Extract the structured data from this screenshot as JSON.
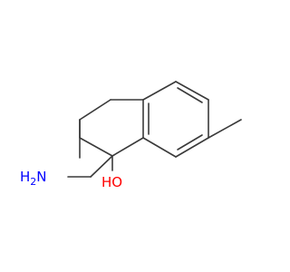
{
  "molecule": {
    "atom_labels": {
      "amine_n": "N",
      "amine_h2": "H",
      "amine_subscript": "2",
      "hydroxyl": "HO"
    },
    "colors": {
      "bond": "#3a3a3a",
      "nitrogen": "#0000ff",
      "oxygen": "#ff0000"
    }
  }
}
